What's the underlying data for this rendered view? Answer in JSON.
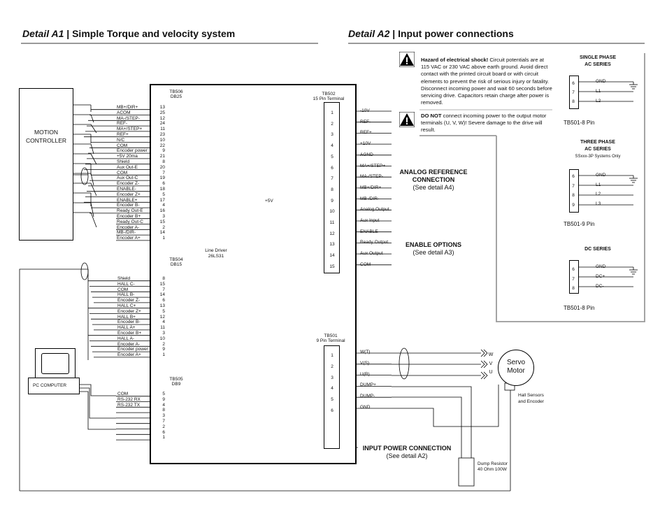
{
  "left_header": {
    "detail": "Detail A1",
    "sep": " | ",
    "title": "Simple Torque and velocity system"
  },
  "right_header": {
    "detail": "Detail A2",
    "sep": " | ",
    "title": "Input power connections"
  },
  "motion_controller": "MOTION CONTROLLER",
  "tb506": {
    "name": "TB506",
    "sub": "DB25",
    "signals": [
      "MB+/DIR+",
      "ACOM",
      "MA-/STEP-",
      "REF-",
      "MA+/STEP+",
      "REF+",
      "N/C",
      "COM",
      "Encoder power",
      "+5V 20ma",
      "Shield",
      "Aux Out-E",
      "COM",
      "Aux Out-C",
      "Encoder Z-",
      "ENABLE-",
      "Encoder Z+",
      "ENABLE+",
      "Encoder B-",
      "Ready Out-E",
      "Encoder B+",
      "Ready Out-C",
      "Encoder A-",
      "MB-/DIR-",
      "Encoder A+"
    ],
    "pins": [
      "13",
      "25",
      "12",
      "24",
      "11",
      "23",
      "10",
      "22",
      "9",
      "21",
      "8",
      "20",
      "7",
      "19",
      "6",
      "18",
      "5",
      "17",
      "4",
      "16",
      "3",
      "15",
      "2",
      "14",
      "1"
    ]
  },
  "tb504": {
    "name": "TB504",
    "sub": "DB15",
    "signals": [
      "Shield",
      "HALL C-",
      "COM",
      "HALL B-",
      "Encoder Z-",
      "HALL C+",
      "Encoder Z+",
      "HALL B+",
      "Encoder B-",
      "HALL A+",
      "Encoder B+",
      "HALL A-",
      "Encoder A-",
      "Encoder power",
      "Encoder A+"
    ],
    "pins": [
      "8",
      "15",
      "7",
      "14",
      "6",
      "13",
      "5",
      "12",
      "4",
      "11",
      "3",
      "10",
      "2",
      "9",
      "1"
    ]
  },
  "tb505": {
    "name": "TB505",
    "sub": "DB9",
    "signals": [
      "COM",
      "",
      "",
      "",
      "RS-232 RX",
      "",
      "RS-232 TX",
      "",
      ""
    ],
    "pins": [
      "5",
      "9",
      "4",
      "8",
      "3",
      "7",
      "2",
      "6",
      "1"
    ]
  },
  "pc_label": "PC COMPUTER",
  "line_driver": {
    "l1": "Line Driver",
    "l2": "26LS31"
  },
  "plus5v": "+5V",
  "tb502": {
    "name": "TB502",
    "sub": "15 Pin Terminal",
    "pins": [
      "1",
      "2",
      "3",
      "4",
      "5",
      "6",
      "7",
      "8",
      "9",
      "10",
      "11",
      "12",
      "13",
      "14",
      "15"
    ],
    "signals": [
      "-10V",
      "REF-",
      "REF+",
      "+10V",
      "AGND",
      "MA+/STEP+",
      "MA-/STEP-",
      "MB+/DIR+",
      "MB-/DIR-",
      "Analog Output",
      "Aux Input",
      "ENABLE",
      "Ready Output",
      "Aux Output",
      "COM"
    ]
  },
  "tb501": {
    "name": "TB501",
    "sub": "9 Pin Terminal",
    "pins": [
      "1",
      "2",
      "3",
      "4",
      "5",
      "6"
    ],
    "signals": [
      "W(T)",
      "V(S)",
      "U(R)",
      "DUMP+",
      "DUMP-",
      "GND"
    ]
  },
  "analog_ref": {
    "l1": "ANALOG  REFERENCE",
    "l2": "CONNECTION",
    "l3": "(See detail A4)"
  },
  "enable_opt": {
    "l1": "ENABLE OPTIONS",
    "l2": "(See detail A3)"
  },
  "input_power": {
    "l1": "INPUT POWER CONNECTION",
    "l2": "(See detail A2)"
  },
  "servo": {
    "l1": "Servo",
    "l2": "Motor",
    "phases": [
      "W",
      "V",
      "U"
    ]
  },
  "hall": {
    "l1": "Hall Sensors",
    "l2": "and Encoder"
  },
  "dump": {
    "l1": "Dump Resistor",
    "l2": "40 Ohm 100W"
  },
  "hazard1": {
    "bold": "Hazard of electrical shock!",
    "text": "  Circuit potentials are at 115 VAC or 230 VAC above earth ground. Avoid direct contact with the printed circuit board or with circuit elements to prevent the risk of serious injury or fatality.  Disconnect incoming power and wait 60 seconds before servicing drive.  Capacitors retain charge after power is removed."
  },
  "hazard2": {
    "bold": "DO NOT",
    "text": " connect incoming power to the output motor terminals (U, V, W)!  Severe damage to the drive will result."
  },
  "single_phase": {
    "t1": "SINGLE PHASE",
    "t2": "AC SERIES",
    "pins": [
      "6",
      "7",
      "8"
    ],
    "signals": [
      "GND",
      "L1",
      "L2"
    ],
    "caption": "TB501-8 Pin"
  },
  "three_phase": {
    "t1": "THREE PHASE",
    "t2": "AC SERIES",
    "note": "SSxxx-3P Systems Only",
    "pins": [
      "6",
      "7",
      "8",
      "9"
    ],
    "signals": [
      "GND",
      "L1",
      "L2",
      "L3"
    ],
    "caption": "TB501-9 Pin"
  },
  "dc_series": {
    "t1": "DC SERIES",
    "pins": [
      "6",
      "7",
      "8"
    ],
    "signals": [
      "GND",
      "DC+",
      "DC-"
    ],
    "caption": "TB501-8 Pin"
  },
  "colors": {
    "rule": "#9a9a9a",
    "ink": "#111111"
  }
}
